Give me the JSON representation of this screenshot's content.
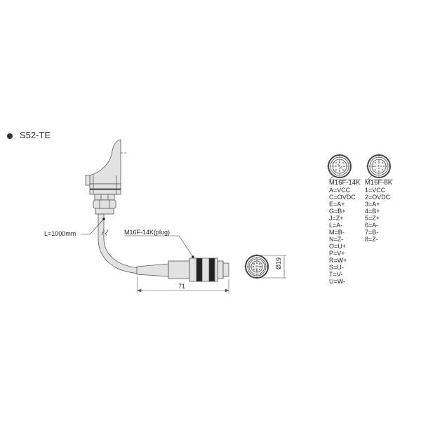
{
  "title": "S52-TE",
  "cable_length_label": "L=1000mm",
  "plug_label": "M16F-14K(plug)",
  "dimension_length": "71",
  "dimension_diameter": "Ø19",
  "connectors": [
    {
      "name": "M16F-14K",
      "pins": [
        "A=VCC",
        "C=OVDC",
        "E=A+",
        "G=B+",
        "J=Z+",
        "L=A-",
        "M=B-",
        "N=Z-",
        "O=U+",
        "P=V+",
        "R=W+",
        "S=U-",
        "T=V-",
        "U=W-"
      ]
    },
    {
      "name": "M16F-8K",
      "pins": [
        "1=VCC",
        "2=OVDC",
        "3=A+",
        "4=B+",
        "5=Z+",
        "6=A-",
        "7=B-",
        "8=Z-"
      ]
    }
  ],
  "colors": {
    "body_fill": "#e2e2e2",
    "stroke": "#555555",
    "band": "#222222"
  }
}
